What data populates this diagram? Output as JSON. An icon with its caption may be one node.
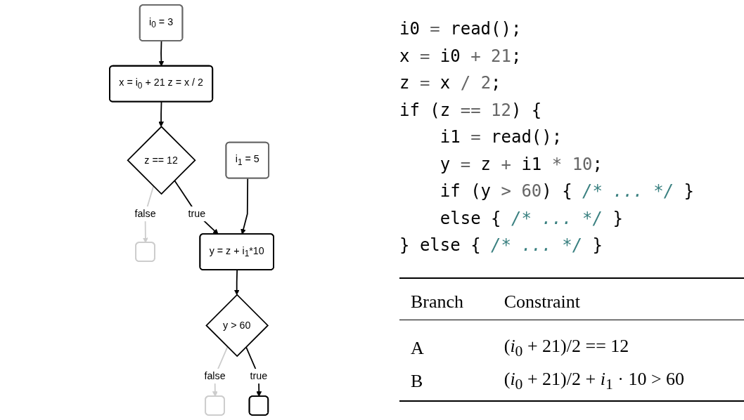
{
  "diagram": {
    "nodes": [
      {
        "text": [
          "i$_{0}$ = 3"
        ]
      },
      {
        "text": [
          "x = i$_{0}$ + 21 z = x / 2"
        ]
      },
      {
        "text": [
          "z == 12"
        ]
      },
      {
        "text": [],
        "shape": "box"
      },
      {
        "text": [
          "y = z + i$_{1}$*10"
        ]
      },
      {
        "text": [
          "i$_{1}$ = 5"
        ]
      },
      {
        "text": [
          "y > 60"
        ]
      },
      {
        "text": [],
        "shape": "box"
      },
      {
        "text": [],
        "shape": "box"
      }
    ],
    "edges": [
      {
        "from": 0,
        "to": 1,
        "arrow": "to"
      },
      {
        "from": 1,
        "to": 2,
        "arrow": "to"
      },
      {
        "from": 2,
        "to": 3,
        "label": "false",
        "arrow": "to",
        "color": "#cccccc"
      },
      {
        "from": 2,
        "to": 4,
        "label": "true",
        "arrow": "to"
      },
      {
        "from": 5,
        "to": 4,
        "arrow": "to"
      },
      {
        "from": 4,
        "to": 6,
        "arrow": "to"
      },
      {
        "from": 6,
        "to": 7,
        "label": "false",
        "arrow": "to",
        "color": "#cccccc"
      },
      {
        "from": 6,
        "to": 8,
        "label": "true",
        "arrow": "to"
      }
    ],
    "labels": [
      "i0 = read();",
      "x = i0 + 21;",
      "z = x / 2;",
      "if (z == 12) {",
      "i1 = read();",
      "y = z + i1 * 10;",
      "if (y > 60) { /* ... */ }",
      "else { /* ... */ }",
      "} else { /* ... */ }",
      "Branch",
      "Constraint",
      "A",
      "(*i*$_{0}$ + 21)/2 == 12",
      "B",
      "(*i*$_{0}$ + 21)/2 + *i*$_{1}$ · 10 > 60"
    ]
  }
}
